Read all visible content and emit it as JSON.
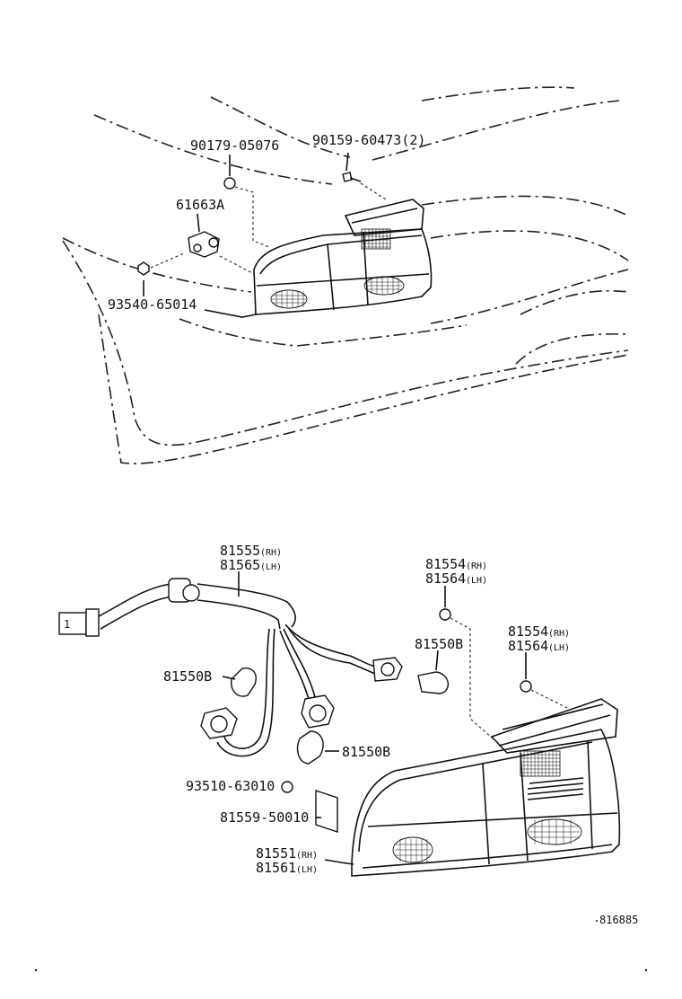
{
  "top": {
    "labels": {
      "p90179": "90179-05076",
      "p90159": "90159-60473(2)",
      "p61663": "61663A",
      "p93540": "93540-65014"
    }
  },
  "bottom": {
    "labels": {
      "p81555": "81555",
      "p81555_side": "(RH)",
      "p81565": "81565",
      "p81565_side": "(LH)",
      "p81554a": "81554",
      "p81554a_side": "(RH)",
      "p81564a": "81564",
      "p81564a_side": "(LH)",
      "p81554b": "81554",
      "p81554b_side": "(RH)",
      "p81564b": "81564",
      "p81564b_side": "(LH)",
      "p81550b_left": "81550B",
      "p81550b_mid": "81550B",
      "p81550b_low": "81550B",
      "p93510": "93510-63010",
      "p81559": "81559-50010",
      "p81551": "81551",
      "p81551_side": "(RH)",
      "p81561": "81561",
      "p81561_side": "(LH)"
    }
  },
  "reference_code": "816885"
}
